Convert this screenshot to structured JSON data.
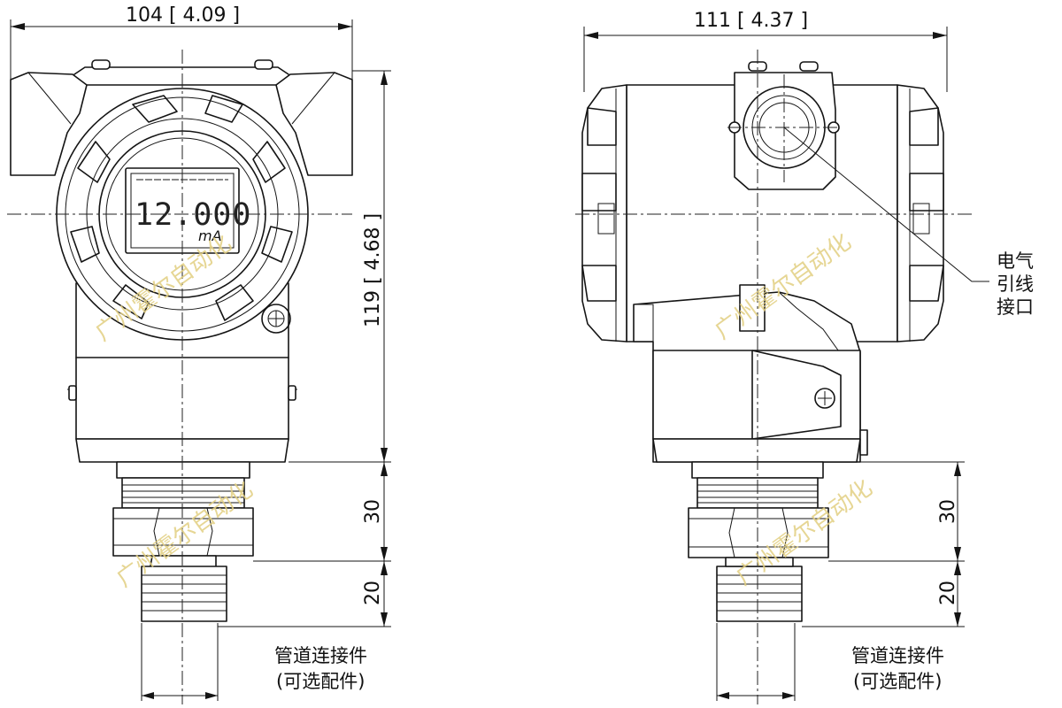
{
  "front_view": {
    "width_label": "104 [ 4.09 ]",
    "height_label": "119 [ 4.68 ]",
    "dim_30_label": "30",
    "dim_20_label": "20",
    "display_value": "12.000",
    "display_unit": "mA",
    "fitting_label_line1": "管道连接件",
    "fitting_label_line2": "(可选配件)"
  },
  "side_view": {
    "width_label": "111 [ 4.37 ]",
    "dim_30_label": "30",
    "dim_20_label": "20",
    "port_label_line1": "电气",
    "port_label_line2": "引线",
    "port_label_line3": "接口",
    "fitting_label_line1": "管道连接件",
    "fitting_label_line2": "(可选配件)"
  },
  "watermark": "广州霍尔自动化"
}
